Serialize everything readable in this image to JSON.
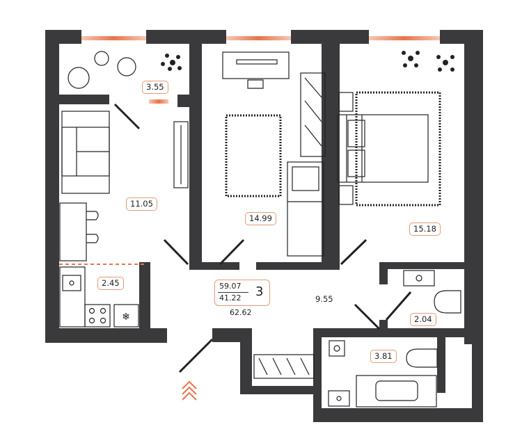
{
  "plan": {
    "rooms_count": "3",
    "living_area": "59.07",
    "total_area_top": "41.22",
    "total_area": "62.62",
    "rooms": [
      {
        "id": "balcony",
        "area": "3.55"
      },
      {
        "id": "living-room",
        "area": "11.05"
      },
      {
        "id": "kitchen",
        "area": "2.45"
      },
      {
        "id": "bedroom-1",
        "area": "14.99"
      },
      {
        "id": "bedroom-2",
        "area": "15.18"
      },
      {
        "id": "hallway",
        "area": "9.55"
      },
      {
        "id": "toilet",
        "area": "2.04"
      },
      {
        "id": "bathroom",
        "area": "3.81"
      }
    ]
  },
  "colors": {
    "wall": "#3a3a3c",
    "accent": "#e8744a",
    "label_border": "#e39a78",
    "furniture": "#222222"
  },
  "icons": {
    "entrance": "chevron-up-double-icon",
    "snow": "snowflake-icon"
  }
}
